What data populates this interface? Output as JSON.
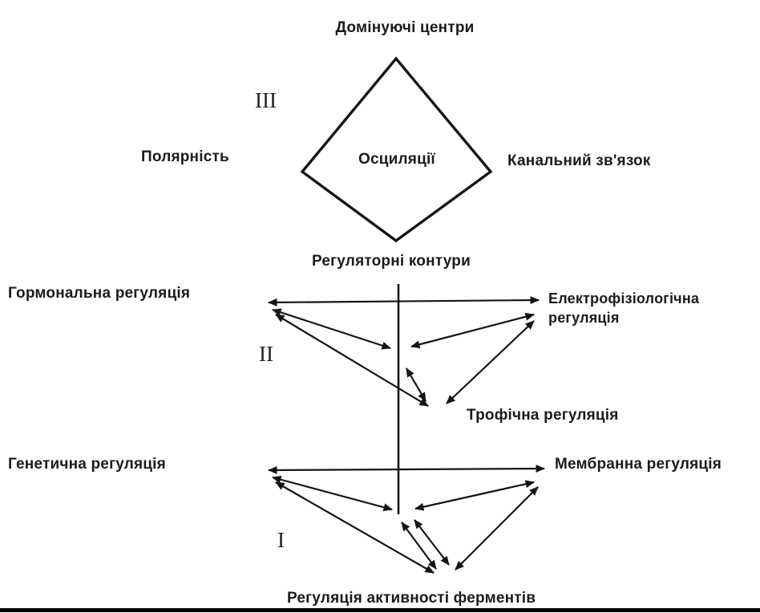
{
  "diagram": {
    "title_top": "Домінуючі центри",
    "level3": {
      "numeral": "III",
      "diamond_label": "Осциляції",
      "left_label": "Полярність",
      "right_label": "Канальний зв'язок",
      "below_label": "Регуляторні контури"
    },
    "level2": {
      "numeral": "II",
      "left_label": "Гормональна регуляція",
      "right_label_line1": "Електрофізіологічна",
      "right_label_line2": "регуляція",
      "bottom_label": "Трофічна регуляція"
    },
    "level1": {
      "numeral": "I",
      "left_label": "Генетична регуляція",
      "right_label": "Мембранна регуляція",
      "bottom_label": "Регуляція активності ферментів"
    },
    "colors": {
      "ink": "#1b1b1b",
      "background": "#ffffff"
    }
  }
}
